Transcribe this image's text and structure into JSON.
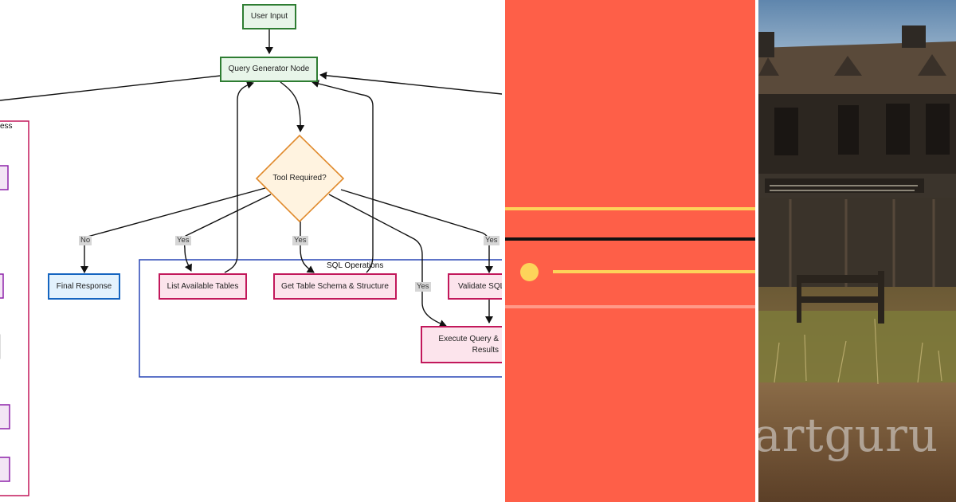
{
  "flowchart": {
    "nodes": {
      "user_input": "User Input",
      "query_generator": "Query Generator Node",
      "tool_required": "Tool Required?",
      "final_response": "Final Response",
      "list_tables": "List Available Tables",
      "get_schema": "Get Table Schema & Structure",
      "validate_sql": "Validate SQL",
      "execute_query_line1": "Execute Query &",
      "execute_query_line2": "Results"
    },
    "edge_labels": {
      "no": "No",
      "yes_list": "Yes",
      "yes_schema": "Yes",
      "yes_execute": "Yes",
      "yes_validate": "Yes"
    },
    "groups": {
      "sql_operations": "SQL Operations",
      "left_group_fragment": "ess"
    },
    "colors": {
      "green": "#2e7d32",
      "blue": "#1565c0",
      "pink": "#c2185b",
      "purple": "#8e24aa",
      "diamond_border": "#e08a2c",
      "diamond_fill": "#fff3e0"
    }
  },
  "decorative_panel": {
    "background": "#fe5f48",
    "accent_yellow": "#fdd35a",
    "line_dark": "#111111"
  },
  "photo_panel": {
    "watermark": "artguru"
  }
}
